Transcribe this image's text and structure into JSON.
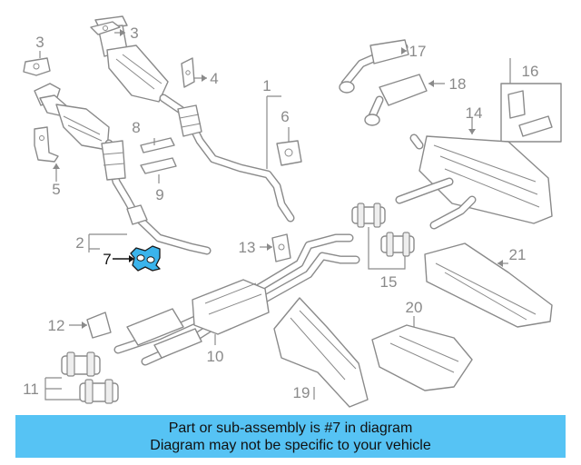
{
  "callouts": {
    "c1": "1",
    "c2": "2",
    "c3": "3",
    "c4": "4",
    "c5": "5",
    "c6": "6",
    "c7": "7",
    "c8": "8",
    "c9": "9",
    "c10": "10",
    "c11": "11",
    "c12": "12",
    "c13": "13",
    "c14": "14",
    "c15": "15",
    "c16": "16",
    "c17": "17",
    "c18": "18",
    "c19": "19",
    "c20": "20",
    "c21": "21"
  },
  "banner": {
    "line1": "Part or sub-assembly is #7 in diagram",
    "line2": "Diagram may not be specific to your vehicle"
  },
  "colors": {
    "banner_bg": "#56c3f4",
    "highlight_part": "#3ab4ec",
    "line_art": "#8a8a8a"
  }
}
